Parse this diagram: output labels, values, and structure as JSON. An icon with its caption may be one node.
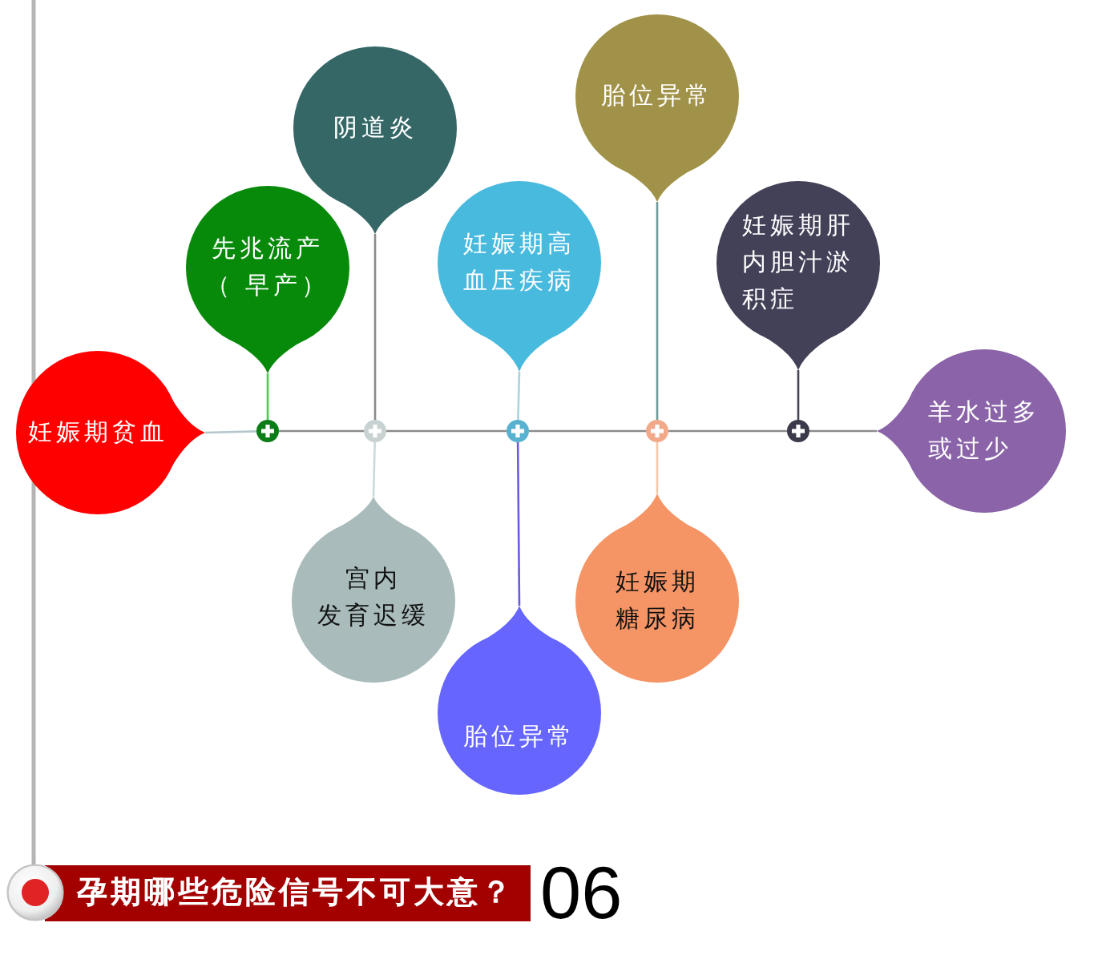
{
  "diagram": {
    "title": "孕期哪些危险信号不可大意？",
    "nodes": [
      {
        "text": [
          "妊娠期贫血"
        ]
      },
      {
        "text": [
          "先兆流产（ 早产）"
        ]
      },
      {
        "text": [
          "阴道炎"
        ]
      },
      {
        "text": [
          "宫内发育迟缓"
        ]
      },
      {
        "text": [
          "妊娠期高血压疾病"
        ]
      },
      {
        "text": [
          "胎位异常"
        ]
      },
      {
        "text": [
          "胎位异常"
        ]
      },
      {
        "text": [
          "妊娠期糖尿病"
        ]
      },
      {
        "text": [
          "妊娠期肝内胆汁淤积症"
        ]
      },
      {
        "text": [
          "羊水过多或过少"
        ]
      },
      {
        "text": [],
        "shape": "circle"
      },
      {
        "text": [],
        "shape": "circle"
      },
      {
        "text": [],
        "shape": "circle"
      },
      {
        "text": [],
        "shape": "circle"
      },
      {
        "text": [],
        "shape": "circle"
      }
    ],
    "edges": [
      {
        "from": 0,
        "to": 10,
        "arrow": "none",
        "color": "#b4c8cc"
      },
      {
        "from": 10,
        "to": 11,
        "arrow": "none"
      },
      {
        "from": 11,
        "to": 12,
        "arrow": "none"
      },
      {
        "from": 12,
        "to": 13,
        "arrow": "none"
      },
      {
        "from": 13,
        "to": 14,
        "arrow": "none"
      },
      {
        "from": 14,
        "to": 9,
        "arrow": "none"
      },
      {
        "from": 1,
        "to": 10,
        "arrow": "none",
        "color": "#4ccc4c"
      },
      {
        "from": 2,
        "to": 11,
        "arrow": "none"
      },
      {
        "from": 3,
        "to": 11,
        "arrow": "none",
        "color": "#c8dada"
      },
      {
        "from": 4,
        "to": 12,
        "arrow": "none",
        "color": "#a8d4e0"
      },
      {
        "from": 5,
        "to": 12,
        "arrow": "none",
        "color": "#6a5ce0"
      },
      {
        "from": 6,
        "to": 13,
        "arrow": "none",
        "color": "#6e9a9e"
      },
      {
        "from": 7,
        "to": 13,
        "arrow": "none",
        "color": "#f5c8a8"
      },
      {
        "from": 8,
        "to": 14,
        "arrow": "none",
        "color": "#444455"
      }
    ],
    "labels": [
      "06"
    ]
  }
}
